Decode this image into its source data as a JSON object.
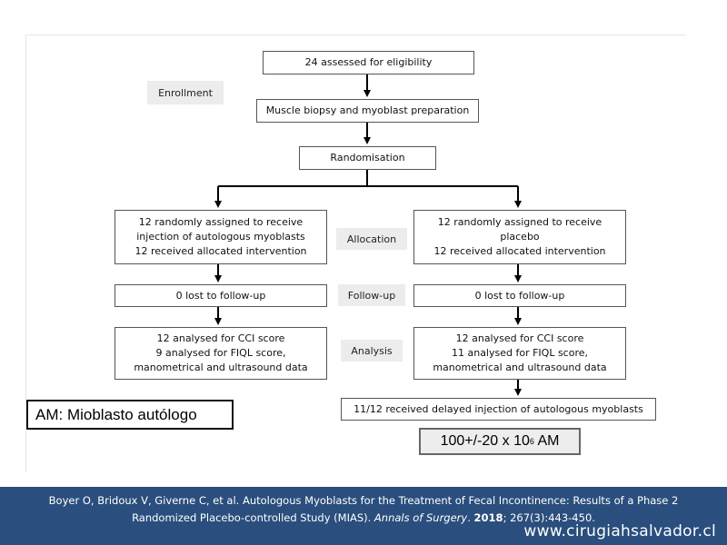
{
  "flowchart": {
    "assessed": "24 assessed for eligibility",
    "biopsy": "Muscle biopsy and myoblast preparation",
    "randomisation": "Randomisation",
    "stages": {
      "enrollment": "Enrollment",
      "allocation": "Allocation",
      "followup": "Follow-up",
      "analysis": "Analysis"
    },
    "left_arm": {
      "allocation": [
        "12 randomly assigned to receive",
        "injection of autologous myoblasts",
        "12 received allocated intervention"
      ],
      "followup": "0 lost to follow-up",
      "analysis": [
        "12 analysed for CCI score",
        "9 analysed for FIQL score,",
        "manometrical and ultrasound data"
      ]
    },
    "right_arm": {
      "allocation": [
        "12 randomly assigned to receive",
        "placebo",
        "12 received allocated intervention"
      ],
      "followup": "0 lost to follow-up",
      "analysis": [
        "12 analysed for CCI score",
        "11 analysed for FIQL score,",
        "manometrical and ultrasound data"
      ],
      "delayed": "11/12 received delayed injection of autologous myoblasts"
    }
  },
  "notes": {
    "am": "AM: Mioblasto autólogo",
    "dose_prefix": "100+/-20 x 10",
    "dose_sub": "6",
    "dose_suffix": " AM"
  },
  "citation": {
    "line1": "Boyer O, Bridoux V, Giverne C, et al. Autologous Myoblasts for the Treatment of Fecal Incontinence: Results of a Phase 2",
    "line2_a": "Randomized Placebo-controlled Study (MIAS). ",
    "journal": "Annals of Surgery",
    "line2_b": ". ",
    "year": "2018",
    "line2_c": "; 267(3):443-450."
  },
  "website": "www.cirugiahsalvador.cl",
  "colors": {
    "footer_background": "#2a4e7d",
    "stage_label_background": "#ececec",
    "box_border": "#555555",
    "arrow": "#000000"
  }
}
